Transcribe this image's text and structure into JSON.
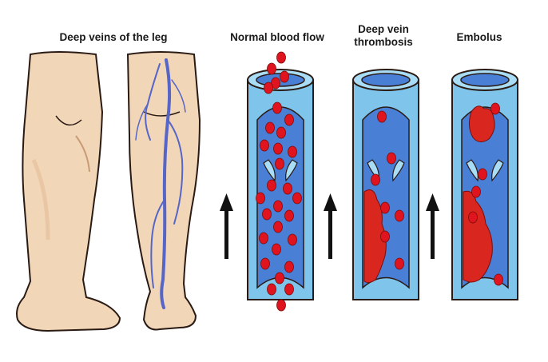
{
  "panels": [
    {
      "id": "legs",
      "title": "Deep veins of the leg"
    },
    {
      "id": "normal",
      "title": "Normal blood flow"
    },
    {
      "id": "dvt",
      "title_line1": "Deep vein",
      "title_line2": "thrombosis"
    },
    {
      "id": "embolus",
      "title": "Embolus"
    }
  ],
  "colors": {
    "skin": "#f2d6b8",
    "skin_shadow": "#e3bc97",
    "outline": "#2a1a14",
    "vein": "#5566c8",
    "vessel_outer": "#7fc4ea",
    "vessel_inner": "#4a7fd6",
    "vessel_rim": "#a9ddf5",
    "blood_cell": "#e0141f",
    "clot": "#d9271f",
    "arrow": "#111111"
  },
  "icons": [
    "up-arrow-icon"
  ]
}
